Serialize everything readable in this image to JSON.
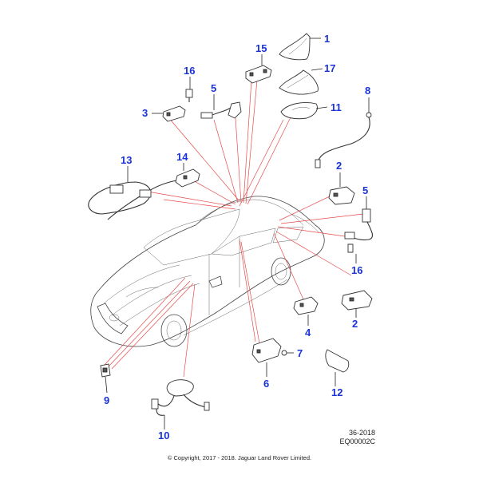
{
  "diagram": {
    "callouts": {
      "c1": "1",
      "c2a": "2",
      "c2b": "2",
      "c3": "3",
      "c4": "4",
      "c5a": "5",
      "c5b": "5",
      "c6": "6",
      "c7": "7",
      "c8": "8",
      "c9": "9",
      "c10": "10",
      "c11": "11",
      "c12": "12",
      "c13": "13",
      "c14": "14",
      "c15": "15",
      "c16a": "16",
      "c16b": "16",
      "c17": "17"
    },
    "colors": {
      "callout_text": "#1a33d6",
      "reference_lines": "#e84a4a",
      "line_art": "#333333"
    }
  },
  "footer": {
    "date_code": "36-2018",
    "illustration_id": "EQ00002C",
    "copyright": "© Copyright, 2017 - 2018. Jaguar Land Rover Limited."
  }
}
